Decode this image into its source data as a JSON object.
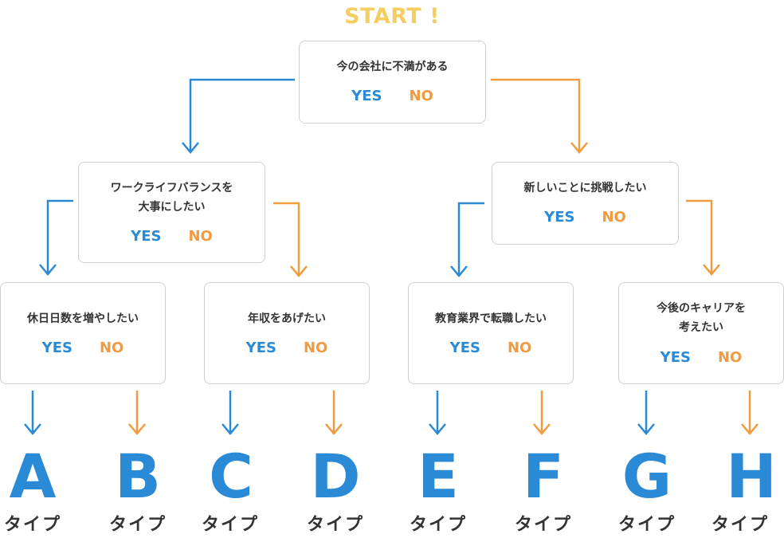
{
  "start_label": "START !",
  "yes_label": "YES",
  "no_label": "NO",
  "colors": {
    "yes": "#2a8ad6",
    "no": "#f19a3e",
    "start": "#f3cf62"
  },
  "questions": {
    "root": "今の会社に不満がある",
    "work_life": "ワークライフバランスを\n大事にしたい",
    "challenge": "新しいことに挑戦したい",
    "holidays": "休日日数を増やしたい",
    "income": "年収をあげたい",
    "education": "教育業界で転職したい",
    "career": "今後のキャリアを\n考えたい"
  },
  "results": [
    {
      "letter": "A",
      "label": "タイプ"
    },
    {
      "letter": "B",
      "label": "タイプ"
    },
    {
      "letter": "C",
      "label": "タイプ"
    },
    {
      "letter": "D",
      "label": "タイプ"
    },
    {
      "letter": "E",
      "label": "タイプ"
    },
    {
      "letter": "F",
      "label": "タイプ"
    },
    {
      "letter": "G",
      "label": "タイプ"
    },
    {
      "letter": "H",
      "label": "タイプ"
    }
  ]
}
